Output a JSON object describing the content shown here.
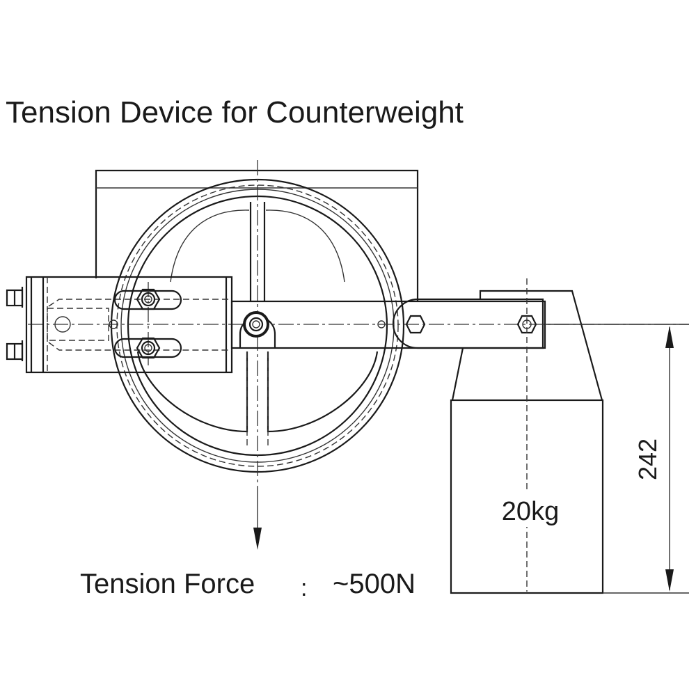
{
  "title": "Tension Device for Counterweight",
  "labels": {
    "weight": "20kg",
    "dimension": "242",
    "force_label": "Tension Force",
    "force_separator": ":",
    "force_value": "~500N"
  }
}
